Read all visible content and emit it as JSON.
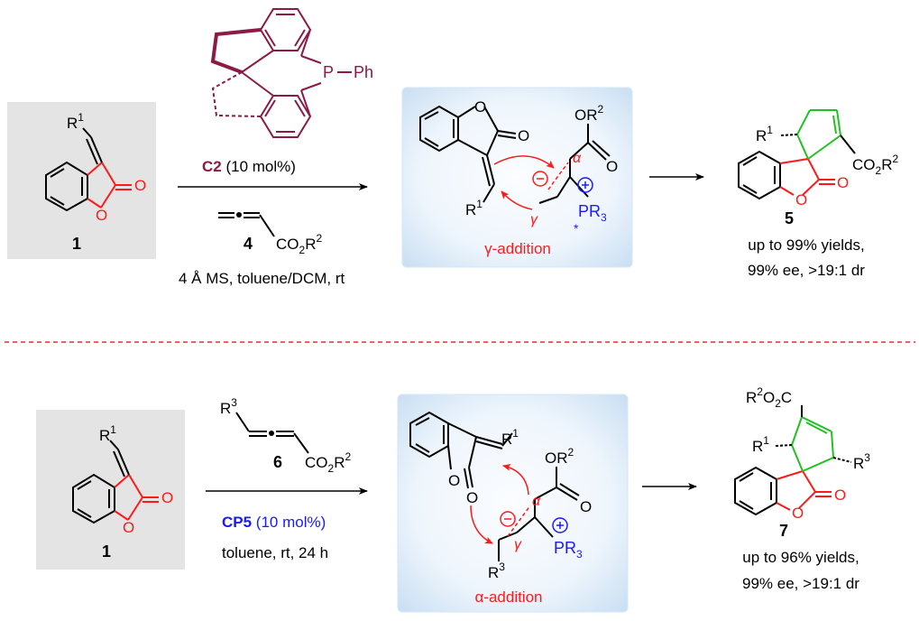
{
  "reaction_top": {
    "substrate": {
      "r1": "R",
      "r1_sup": "1",
      "number": "1"
    },
    "catalyst": {
      "name": "C2",
      "loading": " (10 mol%)",
      "p_label": "P",
      "ph_label": "Ph"
    },
    "allenoate": {
      "number": "4",
      "ester": "CO",
      "ester_sub": "2",
      "ester_r": "R",
      "ester_sup": "2"
    },
    "conditions": "4 Å MS, toluene/DCM, rt",
    "intermediate": {
      "or2": "OR",
      "or2_sup": "2",
      "alpha": "α",
      "gamma": "γ",
      "pr3": "PR",
      "pr3_sub": "3",
      "star": "*",
      "r1": "R",
      "r1_sup": "1",
      "o_ring": "O",
      "o_carbonyl": "O",
      "o_ester": "O",
      "caption": "γ-addition"
    },
    "product": {
      "number": "5",
      "r1": "R",
      "r1_sup": "1",
      "ester": "CO",
      "ester_sub": "2",
      "ester_r": "R",
      "ester_sup": "2",
      "o_ring": "O",
      "o_carbonyl": "O",
      "result_line1": "up to 99% yields,",
      "result_line2": "99% ee, >19:1 dr"
    }
  },
  "reaction_bottom": {
    "substrate": {
      "r1": "R",
      "r1_sup": "1",
      "number": "1"
    },
    "allenoate": {
      "number": "6",
      "r3": "R",
      "r3_sup": "3",
      "ester": "CO",
      "ester_sub": "2",
      "ester_r": "R",
      "ester_sup": "2"
    },
    "catalyst": {
      "name": "CP5",
      "loading": " (10 mol%)"
    },
    "conditions": "toluene, rt, 24 h",
    "intermediate": {
      "or2": "OR",
      "or2_sup": "2",
      "alpha": "α",
      "gamma": "γ",
      "pr3": "PR",
      "pr3_sub": "3",
      "r1": "R",
      "r1_sup": "1",
      "r3": "R",
      "r3_sup": "3",
      "o_ring": "O",
      "o_carbonyl": "O",
      "o_ester": "O",
      "caption": "α-addition"
    },
    "product": {
      "number": "7",
      "ester_r": "R",
      "ester_sup": "2",
      "ester_o": "O",
      "ester_sub": "2",
      "ester_c": "C",
      "r1": "R",
      "r1_sup": "1",
      "r3": "R",
      "r3_sup": "3",
      "o_ring": "O",
      "o_carbonyl": "O",
      "result_line1": "up to 96% yields,",
      "result_line2": "99% ee, >19:1 dr"
    }
  },
  "colors": {
    "substrate_box": "#e4e4e4",
    "intermediate_box_inner": "#fafcff",
    "intermediate_box_outer": "#c9dff3",
    "lactone_red": "#ff1a1a",
    "new_ring_green": "#22c022",
    "phosphorus_blue": "#1a1aff",
    "catalyst_maroon": "#8b1a45",
    "divider_red": "#e03030"
  }
}
